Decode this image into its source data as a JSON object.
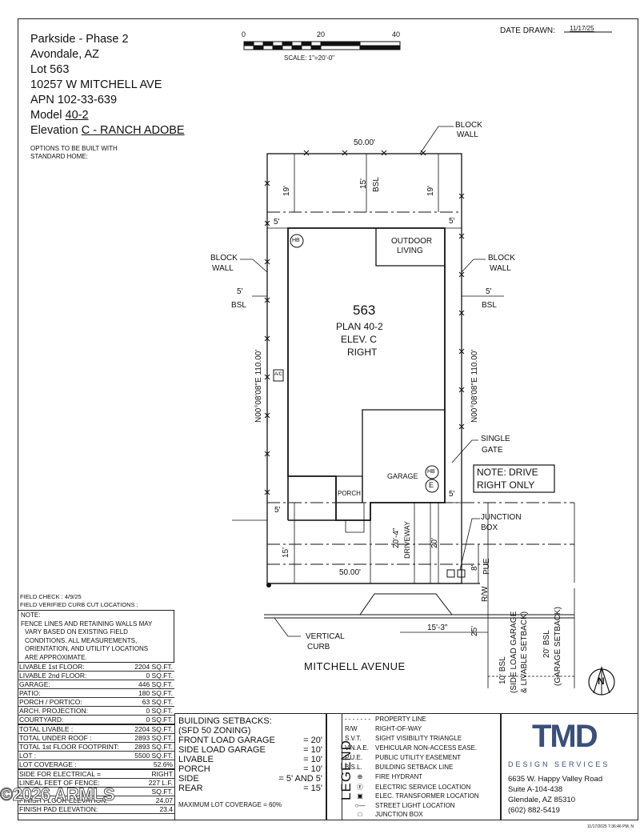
{
  "header": {
    "project": "Parkside - Phase 2",
    "city": "Avondale, AZ",
    "lot": "Lot  563",
    "address": "10257 W MITCHELL AVE",
    "apn": "APN  102-33-639",
    "model_label": "Model",
    "model_value": "40-2",
    "elevation_label": "Elevation",
    "elevation_value": "C - RANCH ADOBE",
    "options_note": "OPTIONS TO BE BUILT WITH",
    "options_note2": "STANDARD HOME:"
  },
  "scale": {
    "tick0": "0",
    "tick20": "20",
    "tick40": "40",
    "label": "SCALE:  1\"=20'-0\""
  },
  "date": {
    "label": "DATE DRAWN:",
    "value": "11/17/25"
  },
  "plan": {
    "lot_number": "563",
    "plan_name": "PLAN 40-2",
    "elevation": "ELEV. C",
    "orientation": "RIGHT",
    "outdoor_living_1": "OUTDOOR",
    "outdoor_living_2": "LIVING",
    "garage": "GARAGE",
    "porch": "PORCH",
    "driveway": "DRIVEWAY",
    "hb": "HB",
    "e": "E",
    "ac": "A/C",
    "top_dim": "50.00'",
    "bottom_dim": "50.00'",
    "bearing_left": "N00°08'08\"E 110.00'",
    "bearing_right": "N00°08'08\"E 110.00'",
    "rear_19_left": "19'",
    "rear_19_right": "19'",
    "rear_bsl_15": "15'",
    "rear_bsl": "BSL",
    "side_5_tl": "5'",
    "side_5_tr": "5'",
    "side_5_left": "5'",
    "side_bsl_left": "BSL",
    "side_5_right": "5'",
    "side_bsl_right": "BSL",
    "front_5_left": "5'",
    "front_5_right": "5'",
    "front_15": "15'",
    "drive_20_4": "20'-4\"",
    "drive_20": "20'",
    "pue_8": "8'",
    "pue": "PUE",
    "rw": "R/W",
    "dim_25": "25'",
    "dim_15_3": "15'-3\"",
    "bsl_10_1": "10' BSL",
    "bsl_10_2": "(SIDE LOAD GARAGE",
    "bsl_10_3": "& LIVABLE SETBACK)",
    "bsl_20_1": "20' BSL",
    "bsl_20_2": "(GARAGE SETBACK)",
    "block_wall_top_1": "BLOCK",
    "block_wall_top_2": "WALL",
    "block_wall_left_1": "BLOCK",
    "block_wall_left_2": "WALL",
    "block_wall_right_1": "BLOCK",
    "block_wall_right_2": "WALL",
    "single_gate_1": "SINGLE",
    "single_gate_2": "GATE",
    "note_drive_1": "NOTE: DRIVE",
    "note_drive_2": "RIGHT ONLY",
    "junction_box_1": "JUNCTION",
    "junction_box_2": "BOX",
    "vertical_curb_1": "VERTICAL",
    "vertical_curb_2": "CURB",
    "street": "MITCHELL AVENUE",
    "north": "N"
  },
  "field": {
    "check": "FIELD CHECK : 4/9/25",
    "curb": "FIELD VERIFIED CURB CUT LOCATIONS :",
    "note_title": "NOTE:",
    "note_lines": [
      "FENCE LINES AND RETAINING WALLS MAY",
      "VARY BASED ON EXISTING FIELD",
      "CONDITIONS.  ALL MEASUREMENTS,",
      "ORIENTATION, AND UTILITY LOCATIONS",
      "ARE APPROXIMATE."
    ]
  },
  "stats": [
    {
      "label": "LIVABLE 1st FLOOR:",
      "value": "2204  SQ.FT."
    },
    {
      "label": "LIVABLE 2nd FLOOR:",
      "value": "0  SQ.FT."
    },
    {
      "label": "GARAGE:",
      "value": "446  SQ.FT."
    },
    {
      "label": "PATIO:",
      "value": "180  SQ.FT."
    },
    {
      "label": "PORCH / PORTICO:",
      "value": "63  SQ.FT."
    },
    {
      "label": "ARCH. PROJECTION:",
      "value": "0  SQ.FT."
    },
    {
      "label": "COURTYARD:",
      "value": "0  SQ.FT."
    },
    {
      "label": "TOTAL LIVABLE :",
      "value": "2204  SQ.FT."
    },
    {
      "label": "TOTAL UNDER ROOF :",
      "value": "2893  SQ.FT."
    },
    {
      "label": "TOTAL 1st FLOOR FOOTPRINT:",
      "value": "2893  SQ.FT."
    },
    {
      "label": "LOT :",
      "value": "5500  SQ.FT."
    },
    {
      "label": "LOT COVERAGE :",
      "value": "52.6%"
    },
    {
      "label": "SIDE FOR ELECTRICAL =",
      "value": "RIGHT"
    },
    {
      "label": "LINEAL FEET OF FENCE:",
      "value": "227  L.F."
    },
    {
      "label": "",
      "value": "SQ.FT."
    },
    {
      "label": "FINISH FLOOR ELEVATION:",
      "value": "24.07"
    },
    {
      "label": "FINISH PAD ELEVATION:",
      "value": "23.4"
    }
  ],
  "watermark": "©2026 ARMLS",
  "setbacks": {
    "title": "BUILDING SETBACKS:",
    "zoning": "(SFD 50 ZONING)",
    "rows": [
      {
        "label": "FRONT LOAD GARAGE",
        "value": "= 20'"
      },
      {
        "label": "SIDE LOAD GARAGE",
        "value": "= 10'"
      },
      {
        "label": "LIVABLE",
        "value": "= 10'"
      },
      {
        "label": "PORCH",
        "value": "= 10'"
      },
      {
        "label": "SIDE",
        "value": "= 5' AND 5'"
      },
      {
        "label": "REAR",
        "value": "= 15'"
      }
    ],
    "max_coverage": "MAXIMUM LOT COVERAGE = 60%"
  },
  "legend": {
    "title": "LEGEND",
    "rows": [
      {
        "sym": "- - - - - - -",
        "text": "PROPERTY LINE"
      },
      {
        "sym": "R/W",
        "text": "RIGHT-OF-WAY"
      },
      {
        "sym": "S.V.T.",
        "text": "SIGHT VISIBILITY TRIANGLE"
      },
      {
        "sym": "V.N.A.E.",
        "text": "VEHICULAR NON-ACCESS EASE."
      },
      {
        "sym": "P.U.E.",
        "text": "PUBLIC UTILITY EASEMENT"
      },
      {
        "sym": "B.S.L.",
        "text": "BUILDING SETBACK LINE"
      },
      {
        "sym": "⊕",
        "text": "FIRE HYDRANT"
      },
      {
        "sym": "Ⓔ",
        "text": "ELECTRIC SERVICE LOCATION"
      },
      {
        "sym": "▣",
        "text": "ELEC. TRANSFORMER LOCATION"
      },
      {
        "sym": "○—",
        "text": "STREET LIGHT LOCATION"
      },
      {
        "sym": "□",
        "text": "JUNCTION BOX"
      }
    ]
  },
  "company": {
    "logo": "TMD",
    "tagline": "DESIGN  SERVICES",
    "addr1": "6635 W. Happy Valley Road",
    "addr2": "Suite A-104-438",
    "addr3": "Glendale, AZ 85310",
    "phone": "(602) 882-5419"
  },
  "footer_stamp": "11/17/2025 7:36:46 PM, N"
}
